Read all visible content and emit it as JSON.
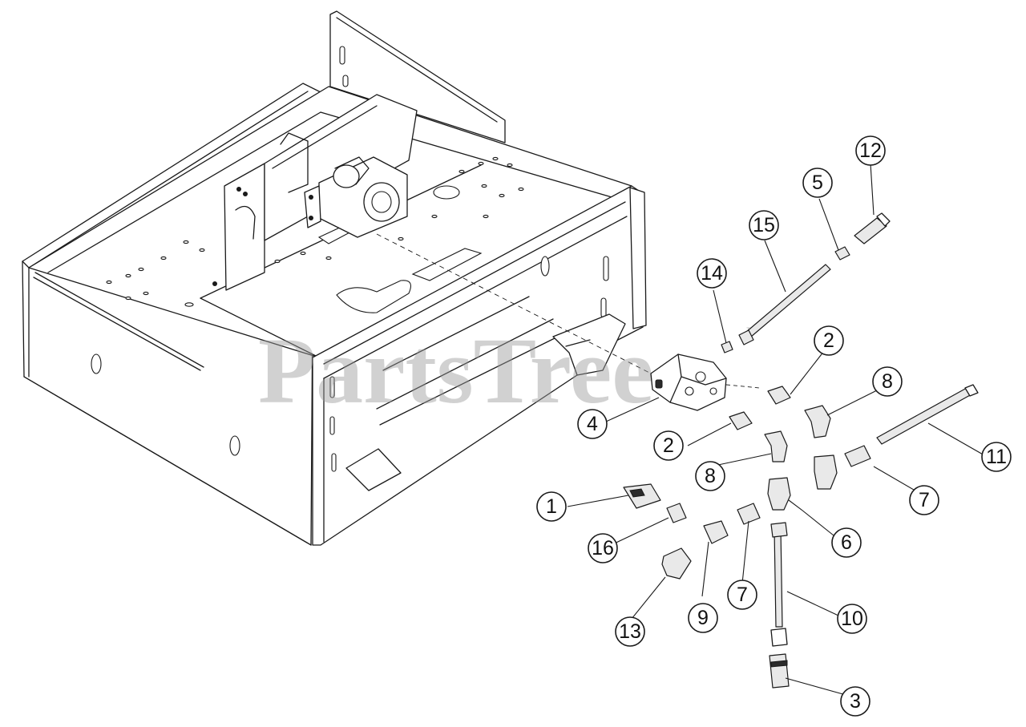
{
  "watermark": {
    "text": "PartsTree",
    "trademark": "™"
  },
  "callouts": [
    {
      "id": "callout-1",
      "label": "1"
    },
    {
      "id": "callout-2a",
      "label": "2"
    },
    {
      "id": "callout-2b",
      "label": "2"
    },
    {
      "id": "callout-3",
      "label": "3"
    },
    {
      "id": "callout-4",
      "label": "4"
    },
    {
      "id": "callout-5",
      "label": "5"
    },
    {
      "id": "callout-6",
      "label": "6"
    },
    {
      "id": "callout-7a",
      "label": "7"
    },
    {
      "id": "callout-7b",
      "label": "7"
    },
    {
      "id": "callout-8a",
      "label": "8"
    },
    {
      "id": "callout-8b",
      "label": "8"
    },
    {
      "id": "callout-9",
      "label": "9"
    },
    {
      "id": "callout-10",
      "label": "10"
    },
    {
      "id": "callout-11",
      "label": "11"
    },
    {
      "id": "callout-12",
      "label": "12"
    },
    {
      "id": "callout-13",
      "label": "13"
    },
    {
      "id": "callout-14",
      "label": "14"
    },
    {
      "id": "callout-15",
      "label": "15"
    },
    {
      "id": "callout-16",
      "label": "16"
    }
  ]
}
